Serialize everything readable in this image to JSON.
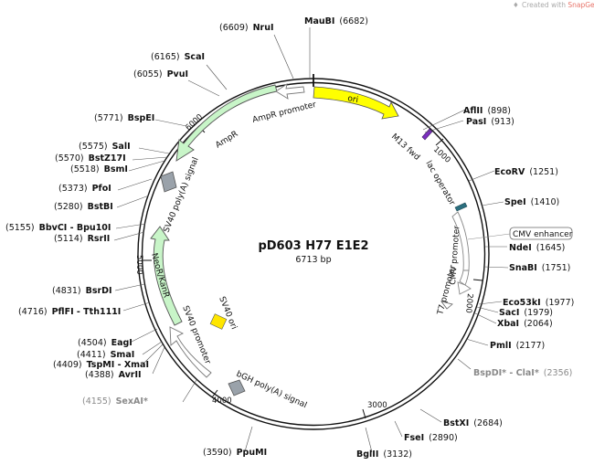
{
  "brand": {
    "prefix": "Created with ",
    "name": "SnapGene®"
  },
  "plasmid": {
    "name": "pD603 H77 E1E2",
    "length_label": "6713 bp"
  },
  "ticks": [
    "1000",
    "2000",
    "3000",
    "4000",
    "5000",
    "6000"
  ],
  "sites": [
    {
      "name": "NruI",
      "pos": "(6609)"
    },
    {
      "name": "MauBI",
      "pos": "(6682)"
    },
    {
      "name": "ScaI",
      "pos": "(6165)"
    },
    {
      "name": "PvuI",
      "pos": "(6055)"
    },
    {
      "name": "BspEI",
      "pos": "(5771)"
    },
    {
      "name": "SalI",
      "pos": "(5575)"
    },
    {
      "name": "BstZ17I",
      "pos": "(5570)"
    },
    {
      "name": "BsmI",
      "pos": "(5518)"
    },
    {
      "name": "PfoI",
      "pos": "(5373)"
    },
    {
      "name": "BstBI",
      "pos": "(5280)"
    },
    {
      "name": "BbvCI - Bpu10I",
      "pos": "(5155)"
    },
    {
      "name": "RsrII",
      "pos": "(5114)"
    },
    {
      "name": "BsrDI",
      "pos": "(4831)"
    },
    {
      "name": "PflFI - Tth111I",
      "pos": "(4716)"
    },
    {
      "name": "EagI",
      "pos": "(4504)"
    },
    {
      "name": "SmaI",
      "pos": "(4411)"
    },
    {
      "name": "TspMI - XmaI",
      "pos": "(4409)"
    },
    {
      "name": "AvrII",
      "pos": "(4388)"
    },
    {
      "name": "SexAI*",
      "pos": "(4155)"
    },
    {
      "name": "PpuMI",
      "pos": "(3590)"
    },
    {
      "name": "AflII",
      "pos": "(898)"
    },
    {
      "name": "PasI",
      "pos": "(913)"
    },
    {
      "name": "EcoRV",
      "pos": "(1251)"
    },
    {
      "name": "SpeI",
      "pos": "(1410)"
    },
    {
      "name": "NdeI",
      "pos": "(1645)"
    },
    {
      "name": "SnaBI",
      "pos": "(1751)"
    },
    {
      "name": "Eco53kI",
      "pos": "(1977)"
    },
    {
      "name": "SacI",
      "pos": "(1979)"
    },
    {
      "name": "XbaI",
      "pos": "(2064)"
    },
    {
      "name": "PmlI",
      "pos": "(2177)"
    },
    {
      "name": "BspDI* - ClaI*",
      "pos": "(2356)"
    },
    {
      "name": "BstXI",
      "pos": "(2684)"
    },
    {
      "name": "FseI",
      "pos": "(2890)"
    },
    {
      "name": "BglII",
      "pos": "(3132)"
    }
  ],
  "features": {
    "ori": "ori",
    "m13_fwd": "M13 fwd",
    "lac_operator": "lac operator",
    "cmv_enhancer": "CMV enhancer",
    "cmv_promoter": "CMV promoter",
    "t7_promoter": "T7 promoter",
    "bgh_polya": "bGH poly(A) signal",
    "sv40_promoter": "SV40 promoter",
    "sv40_ori": "SV40 ori",
    "neor": "NeoR/KanR",
    "sv40_polya": "SV40 poly(A) signal",
    "ampr": "AmpR",
    "ampr_promoter": "AmpR promoter"
  },
  "colors": {
    "ori": "#ffff00",
    "neor": "#c8f5c8",
    "ampr": "#c8f5c8",
    "m13": "#7b2fbf",
    "lac": "#2b6f7f",
    "polya": "#9aa2aa",
    "sv40ori": "#ffe600"
  }
}
